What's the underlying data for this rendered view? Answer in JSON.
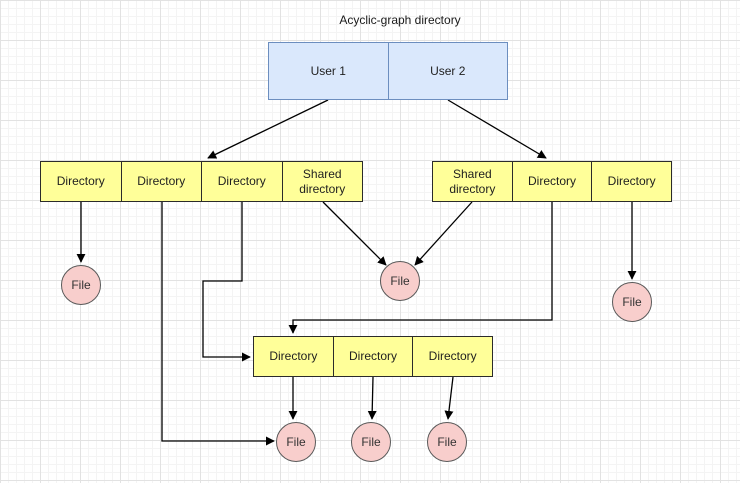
{
  "title": "Acyclic-graph directory",
  "colors": {
    "user_fill": "#dae8fc",
    "user_stroke": "#6c8ebf",
    "directory_fill": "#ffff99",
    "directory_stroke": "#2b2b2b",
    "file_fill": "#f8cecc",
    "file_stroke": "#595959",
    "connector": "#000000"
  },
  "user_row": {
    "cells": [
      {
        "label": "User 1"
      },
      {
        "label": "User 2"
      }
    ]
  },
  "left_row": {
    "cells": [
      {
        "label": "Directory"
      },
      {
        "label": "Directory"
      },
      {
        "label": "Directory"
      },
      {
        "label": "Shared directory"
      }
    ]
  },
  "right_row": {
    "cells": [
      {
        "label": "Shared directory"
      },
      {
        "label": "Directory"
      },
      {
        "label": "Directory"
      }
    ]
  },
  "middle_row": {
    "cells": [
      {
        "label": "Directory"
      },
      {
        "label": "Directory"
      },
      {
        "label": "Directory"
      }
    ]
  },
  "files": {
    "left": {
      "label": "File"
    },
    "center": {
      "label": "File"
    },
    "right": {
      "label": "File"
    },
    "bottom_left": {
      "label": "File"
    },
    "bottom_center": {
      "label": "File"
    },
    "bottom_right": {
      "label": "File"
    }
  }
}
